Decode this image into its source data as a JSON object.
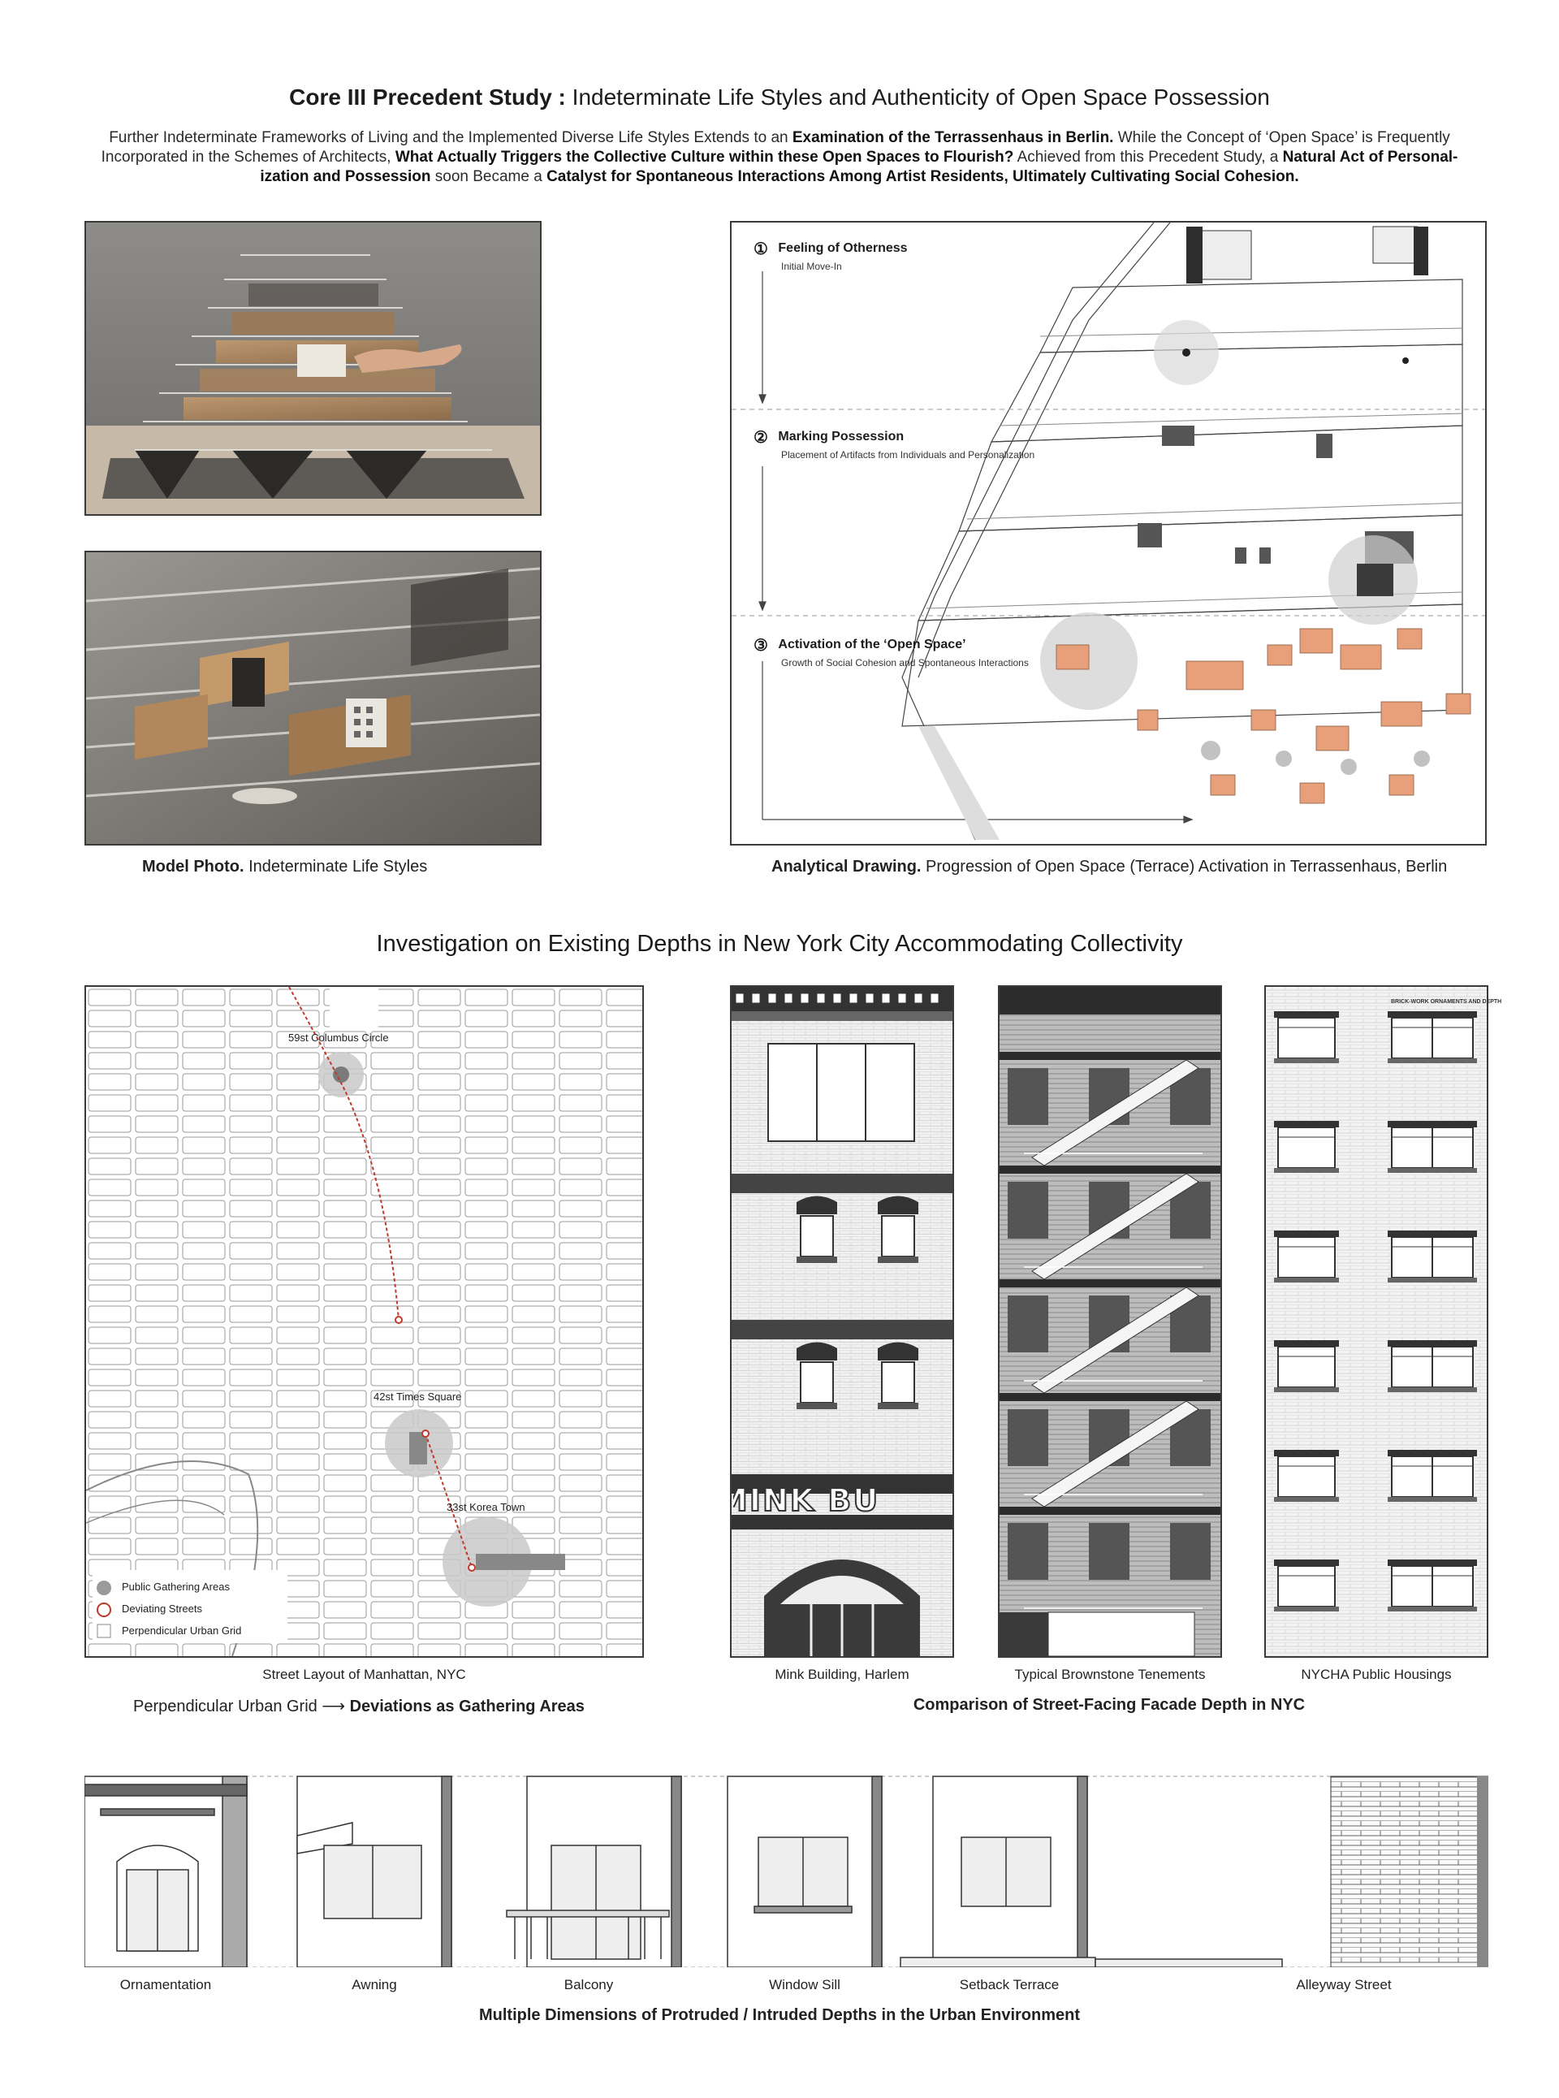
{
  "header": {
    "title_bold": "Core III Precedent Study :",
    "title_rest": " Indeterminate Life Styles and Authenticity of Open Space Possession"
  },
  "intro": {
    "l1a": "Further Indeterminate Frameworks of Living and the Implemented Diverse Life Styles Extends to an ",
    "l1b": "Examination of the Terrassenhaus in Berlin.",
    "l1c": " While the Concept of ‘Open Space’ is Frequently",
    "l2a": "Incorporated in the Schemes of Architects, ",
    "l2b": "What Actually Triggers the Collective Culture within these Open Spaces to Flourish?",
    "l2c": " Achieved from this Precedent Study, a ",
    "l2d": "Natural Act of Personal-",
    "l3a": "ization and Possession",
    "l3b": " soon Became a ",
    "l3c": "Catalyst for Spontaneous Interactions Among Artist Residents, Ultimately Cultivating Social Cohesion."
  },
  "model_caption": {
    "bold": "Model Photo.",
    "rest": " Indeterminate Life Styles"
  },
  "analysis_caption": {
    "bold": "Analytical Drawing.",
    "rest": " Progression of Open Space (Terrace) Activation in Terrassenhaus, Berlin"
  },
  "steps": [
    {
      "num": "①",
      "title": "Feeling of Otherness",
      "sub": "Initial Move-In"
    },
    {
      "num": "②",
      "title": "Marking Possession",
      "sub": "Placement of Artifacts from Individuals and Personalization"
    },
    {
      "num": "③",
      "title": "Activation of the ‘Open Space’",
      "sub": "Growth of Social Cohesion and Spontaneous Interactions"
    }
  ],
  "section2_title": "Investigation on Existing Depths in New York City Accommodating Collectivity",
  "map": {
    "labels": {
      "columbus": "59st Columbus Circle",
      "times": "42st Times Square",
      "korea": "33st Korea Town"
    },
    "legend": [
      "Public Gathering Areas",
      "Deviating Streets",
      "Perpendicular Urban Grid"
    ],
    "caption": "Street Layout of Manhattan, NYC",
    "subcaption_plain": "Perpendicular Urban Grid ⟶ ",
    "subcaption_bold": "Deviations as Gathering Areas"
  },
  "facades": {
    "captions": [
      "Mink Building, Harlem",
      "Typical Brownstone Tenements",
      "NYCHA Public Housings"
    ],
    "mink_sign": "MINK BU",
    "nycha_note": "BRICK-WORK ORNAMENTS AND DEPTH",
    "comparison": "Comparison of Street-Facing Facade Depth in NYC"
  },
  "depths": {
    "labels": [
      "Ornamentation",
      "Awning",
      "Balcony",
      "Window Sill",
      "Setback Terrace",
      "Alleyway Street"
    ],
    "caption": "Multiple Dimensions of Protruded / Intruded Depths in the Urban Environment"
  },
  "colors": {
    "accent_red": "#c0392b",
    "wood": "#b98a5e",
    "orange": "#e8a07a",
    "dark": "#3a3a3a"
  }
}
